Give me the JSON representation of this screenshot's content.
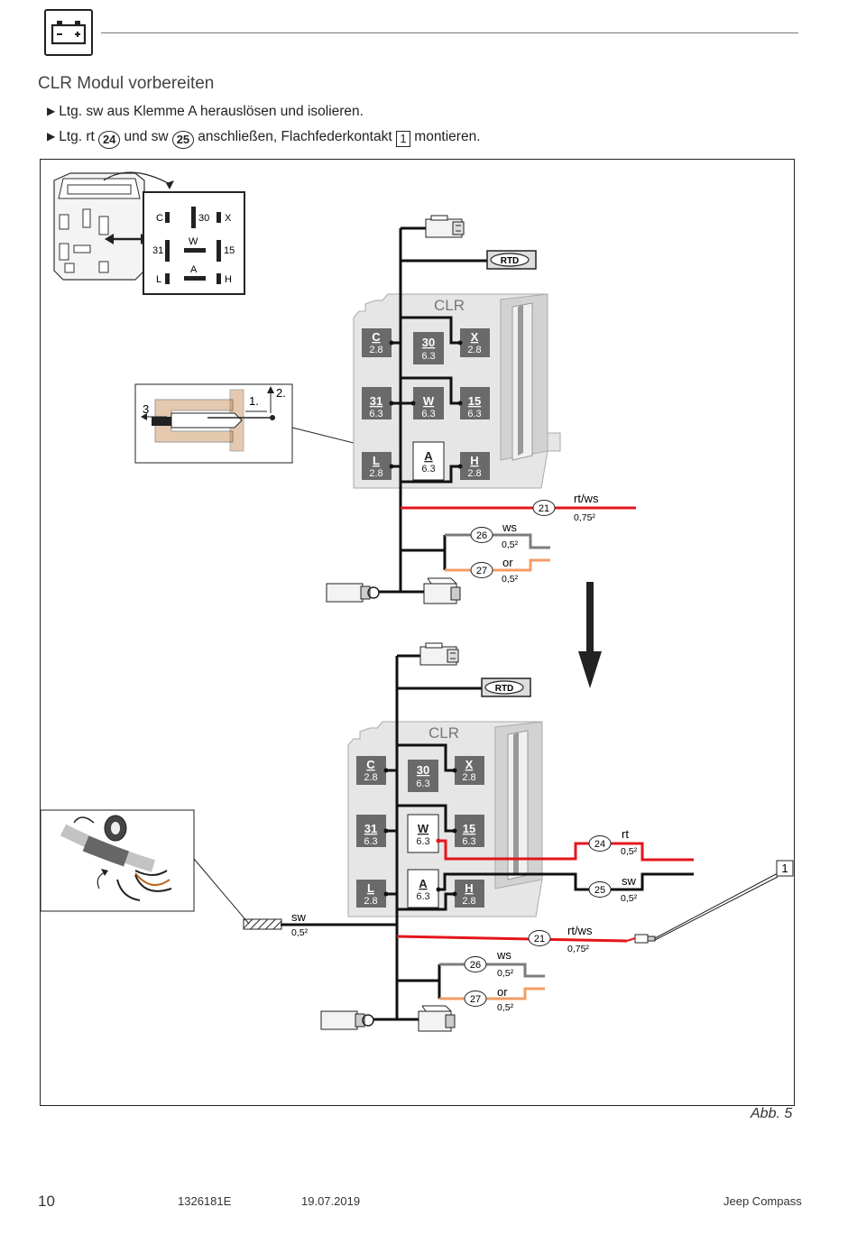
{
  "header": {
    "icon": "battery-icon"
  },
  "title": "CLR Modul vorbereiten",
  "steps": {
    "s1": "Ltg. sw aus Klemme A herauslösen und isolieren.",
    "s2_a": "Ltg. rt",
    "s2_n1": "24",
    "s2_b": "und sw",
    "s2_n2": "25",
    "s2_c": "anschließen, Flachfederkontakt",
    "s2_n3": "1",
    "s2_d": "montieren."
  },
  "pinout": {
    "c": "C",
    "p30": "30",
    "x": "X",
    "p31": "31",
    "w": "W",
    "p15": "15",
    "l": "L",
    "a": "A",
    "h": "H"
  },
  "module": {
    "label": "CLR",
    "rtd": "RTD",
    "pins": {
      "c": {
        "n": "C",
        "v": "2.8"
      },
      "p30": {
        "n": "30",
        "v": "6.3"
      },
      "x": {
        "n": "X",
        "v": "2.8"
      },
      "p31": {
        "n": "31",
        "v": "6.3"
      },
      "w": {
        "n": "W",
        "v": "6.3"
      },
      "p15": {
        "n": "15",
        "v": "6.3"
      },
      "l": {
        "n": "L",
        "v": "2.8"
      },
      "a": {
        "n": "A",
        "v": "6.3"
      },
      "h": {
        "n": "H",
        "v": "2.8"
      }
    }
  },
  "detail": {
    "n1": "1.",
    "n2": "2.",
    "n3": "3"
  },
  "wires": {
    "w21": {
      "n": "21",
      "color": "rt/ws",
      "size": "0,75²"
    },
    "w26": {
      "n": "26",
      "color": "ws",
      "size": "0,5²"
    },
    "w27": {
      "n": "27",
      "color": "or",
      "size": "0,5²"
    },
    "w24": {
      "n": "24",
      "color": "rt",
      "size": "0,5²"
    },
    "w25": {
      "n": "25",
      "color": "sw",
      "size": "0,5²"
    },
    "sw": {
      "color": "sw",
      "size": "0,5²"
    },
    "contact": "1"
  },
  "colors": {
    "red": "#e3161b",
    "grey": "#7c7c7c",
    "orange": "#f29d65",
    "pin": "#6a6a6a",
    "housing": "#e6e6e6"
  },
  "caption": "Abb. 5",
  "footer": {
    "page": "10",
    "doc": "1326181E",
    "date": "19.07.2019",
    "model": "Jeep Compass"
  }
}
